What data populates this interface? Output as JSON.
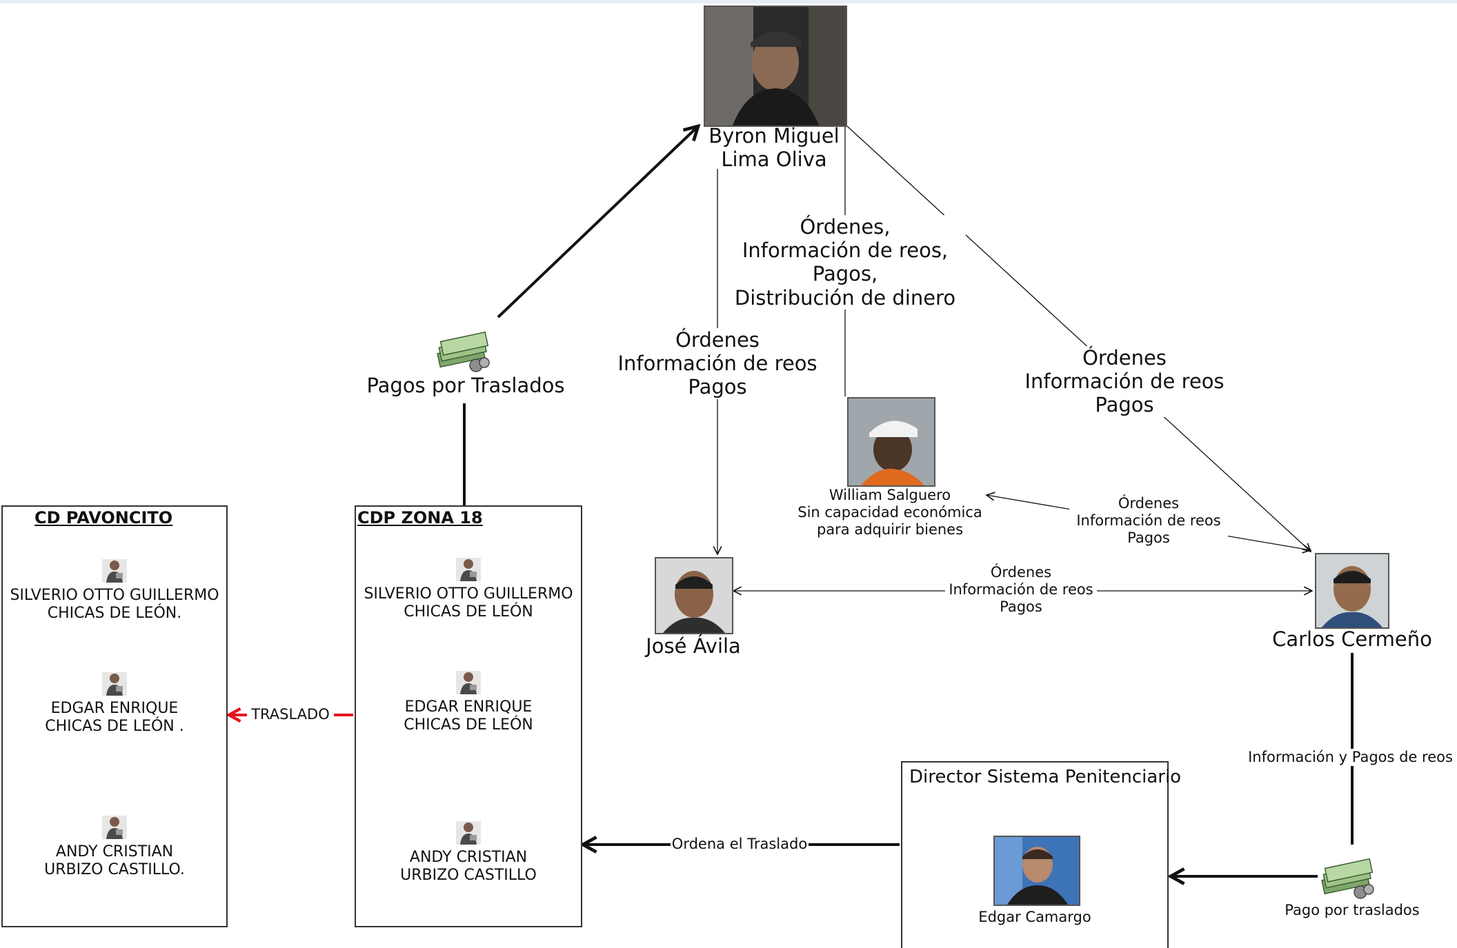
{
  "nodes": {
    "byron": {
      "name_line1": "Byron Miguel",
      "name_line2": "Lima Oliva"
    },
    "william": {
      "line1": "William Salguero",
      "line2": "Sin capacidad económica",
      "line3": "para adquirir bienes"
    },
    "jose": {
      "name": "José Ávila"
    },
    "carlos": {
      "name": "Carlos Cermeño"
    },
    "edgar_camargo": {
      "name": "Edgar Camargo"
    },
    "pagos_traslados": {
      "label": "Pagos por Traslados"
    },
    "pago_traslados": {
      "label": "Pago por traslados"
    }
  },
  "edges": {
    "byron_william": [
      "Órdenes,",
      "Información de reos,",
      "Pagos,",
      "Distribución de dinero"
    ],
    "byron_jose": [
      "Órdenes",
      "Información de reos",
      "Pagos"
    ],
    "byron_carlos": [
      "Órdenes",
      "Información de reos",
      "Pagos"
    ],
    "william_carlos": [
      "Órdenes",
      "Información de reos",
      "Pagos"
    ],
    "jose_carlos": [
      "Órdenes",
      "Información de reos",
      "Pagos"
    ],
    "carlos_pago": "Información y Pagos de reos",
    "director_cdp": "Ordena el Traslado",
    "traslado": "TRASLADO"
  },
  "boxes": {
    "pavoncito": {
      "title": "CD PAVONCITO",
      "members": [
        [
          "SILVERIO OTTO GUILLERMO",
          "CHICAS DE LEÓN."
        ],
        [
          "EDGAR ENRIQUE",
          "CHICAS DE LEÓN ."
        ],
        [
          "ANDY CRISTIAN",
          "URBIZO CASTILLO."
        ]
      ]
    },
    "zona18": {
      "title": "CDP ZONA 18",
      "members": [
        [
          "SILVERIO OTTO GUILLERMO",
          "CHICAS DE LEÓN"
        ],
        [
          "EDGAR ENRIQUE",
          "CHICAS DE LEÓN"
        ],
        [
          "ANDY CRISTIAN",
          "URBIZO CASTILLO"
        ]
      ]
    },
    "director": {
      "title": "Director Sistema Penitenciario"
    }
  },
  "icons": {
    "person": "person-icon",
    "money": "money-stack-icon",
    "photo": "portrait-photo"
  },
  "colors": {
    "line": "#111111",
    "traslado_arrow": "#e8141b",
    "box_border": "#333333"
  }
}
